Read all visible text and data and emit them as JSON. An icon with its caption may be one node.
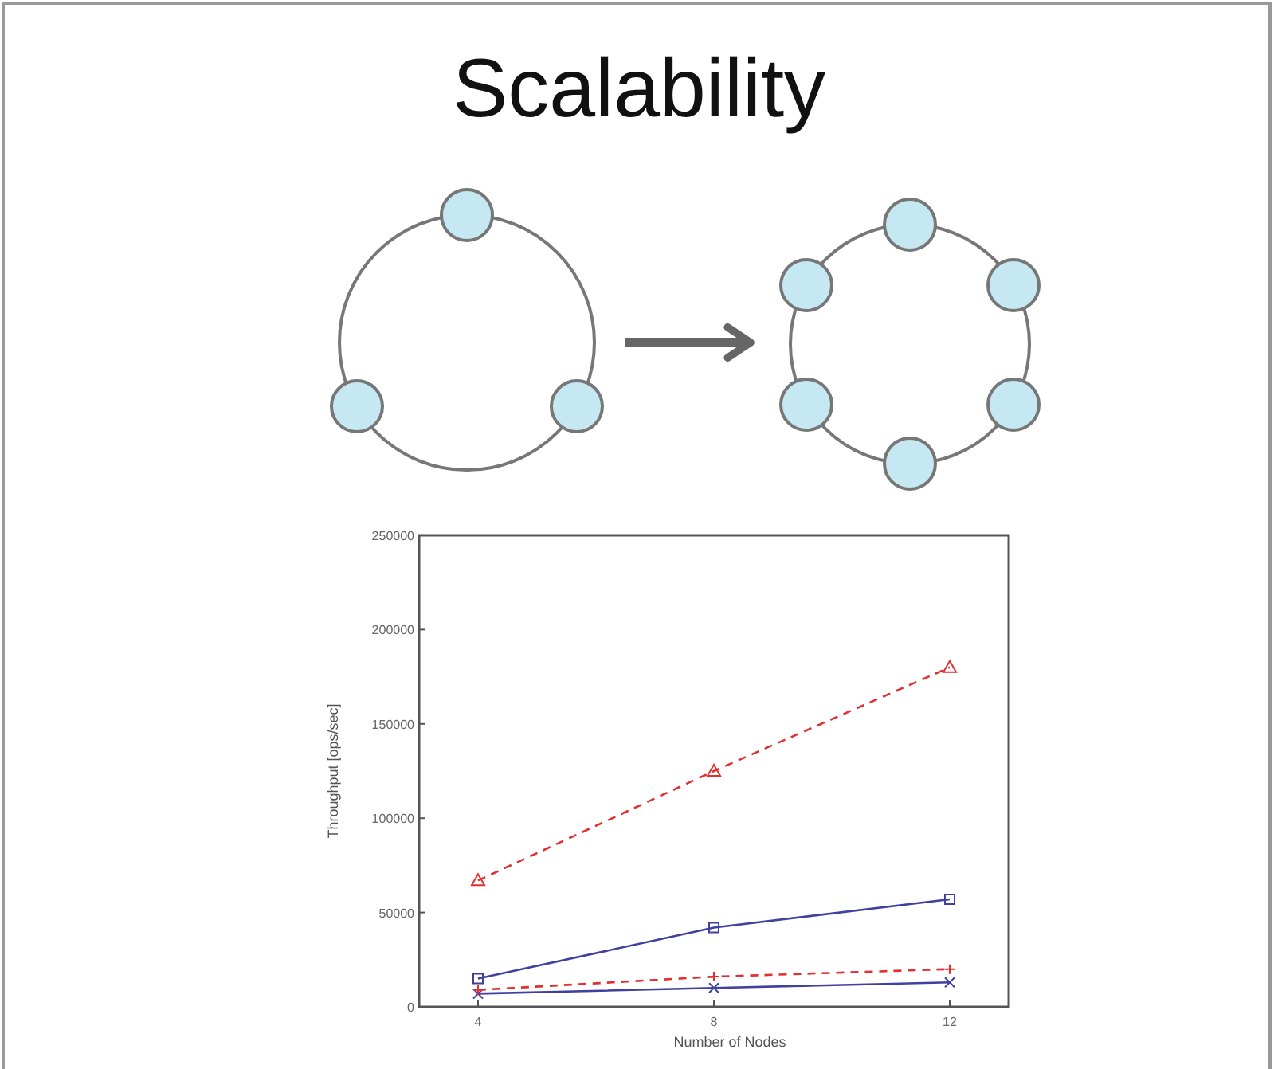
{
  "diagram": {
    "title": "Scalability",
    "nodes": [
      {
        "text": [],
        "shape": "circle"
      },
      {
        "text": [],
        "shape": "circle"
      },
      {
        "text": [],
        "shape": "circle"
      },
      {
        "text": [],
        "shape": "circle"
      },
      {
        "text": [],
        "shape": "circle"
      },
      {
        "text": [],
        "shape": "circle"
      },
      {
        "text": [],
        "shape": "circle"
      },
      {
        "text": [],
        "shape": "circle"
      },
      {
        "text": [],
        "shape": "circle"
      },
      {
        "text": [],
        "shape": "circle"
      },
      {
        "text": [],
        "shape": "circle"
      }
    ],
    "edges": [
      {
        "from": 0,
        "to": 4,
        "arrow": "to"
      }
    ],
    "chart_data": {
      "type": "line",
      "xlabel": "Number of Nodes",
      "ylabel": "Throughput [ops/sec]",
      "x": [
        4,
        8,
        12
      ],
      "series": [
        {
          "color": "#4040a0",
          "marker": "square",
          "line_style": "solid",
          "values": [
            15000,
            42000,
            57000
          ]
        },
        {
          "color": "#4040a0",
          "marker": "cross",
          "line_style": "solid",
          "values": [
            7000,
            10000,
            13000
          ]
        },
        {
          "color": "#e03030",
          "marker": "triangle",
          "line_style": "dashed",
          "values": [
            67000,
            125000,
            180000
          ]
        },
        {
          "color": "#e03030",
          "marker": "plus",
          "line_style": "dashed",
          "values": [
            9000,
            16000,
            20000
          ]
        }
      ],
      "xlim": [
        3,
        13
      ],
      "ylim": [
        0,
        250000
      ],
      "xticks": [
        4,
        8,
        12
      ],
      "yticks": [
        0,
        50000,
        100000,
        150000,
        200000,
        250000
      ]
    }
  }
}
